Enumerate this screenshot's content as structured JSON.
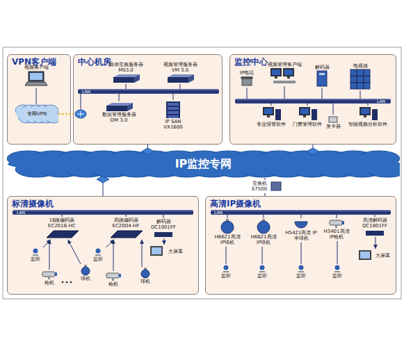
{
  "diagram": {
    "nodes": [
      {
        "text": [
          "VPN客户端"
        ]
      },
      {
        "text": [
          "视频客户端"
        ],
        "in": 0
      },
      {
        "text": [
          "专网VPN"
        ],
        "in": 0
      },
      {
        "text": [
          "中心机房"
        ]
      },
      {
        "text": [
          "媒体交换服务器 MS3.0"
        ],
        "in": 3
      },
      {
        "text": [
          "视频管理服务器 VM 3.0"
        ],
        "in": 3
      },
      {
        "text": [
          "数据管理服务器 DM 3.0"
        ],
        "in": 3
      },
      {
        "text": [
          "IP SAN VX1600"
        ],
        "in": 3
      },
      {
        "text": [
          "监控中心"
        ]
      },
      {
        "text": [
          "IP电话"
        ],
        "in": 8
      },
      {
        "text": [
          "视频管理客户端"
        ],
        "in": 8
      },
      {
        "text": [
          "解码器"
        ],
        "in": 8
      },
      {
        "text": [
          "电视墙"
        ],
        "in": 8
      },
      {
        "text": [
          "专业报警软件"
        ],
        "in": 8
      },
      {
        "text": [
          "门禁管理软件"
        ],
        "in": 8
      },
      {
        "text": [
          "发卡器"
        ],
        "in": 8
      },
      {
        "text": [
          "智能视频分析软件"
        ],
        "in": 8
      },
      {
        "text": [
          "IP监控专网"
        ]
      },
      {
        "text": [
          "标清摄像机"
        ]
      },
      {
        "text": [
          "16路编码器 EC2016-HC"
        ],
        "in": 18
      },
      {
        "text": [
          "四路编码器 EC2004-HF"
        ],
        "in": 18
      },
      {
        "text": [
          "解码器 DC1001FF"
        ],
        "in": 18
      },
      {
        "text": [
          "大屏幕"
        ],
        "in": 18
      },
      {
        "text": [
          "监听"
        ],
        "in": 18
      },
      {
        "text": [
          "枪机"
        ],
        "in": 18
      },
      {
        "text": [
          "球机"
        ],
        "in": 18
      },
      {
        "text": [
          "监听"
        ],
        "in": 18
      },
      {
        "text": [
          "枪机"
        ],
        "in": 18
      },
      {
        "text": [
          "球机"
        ],
        "in": 18
      },
      {
        "text": [
          "高清IP摄像机"
        ]
      },
      {
        "text": [
          "交换机 S7500"
        ]
      },
      {
        "text": [
          "H6621高清 IP球机"
        ],
        "in": 29
      },
      {
        "text": [
          "H6621高清 IP球机"
        ],
        "in": 29
      },
      {
        "text": [
          "H5421高清 IP半球机"
        ],
        "in": 29
      },
      {
        "text": [
          "H3401高清 IP枪机"
        ],
        "in": 29
      },
      {
        "text": [
          "高清解码器 DC1801FF"
        ],
        "in": 29
      },
      {
        "text": [
          "大屏幕"
        ],
        "in": 29
      },
      {
        "text": [
          "监听"
        ],
        "in": 29
      },
      {
        "text": [
          "监听"
        ],
        "in": 29
      },
      {
        "text": [
          "监听"
        ],
        "in": 29
      },
      {
        "text": [
          "监听"
        ],
        "in": 29
      }
    ],
    "edges": [
      {
        "from": 1,
        "to": 2,
        "arrow": "none"
      },
      {
        "from": 2,
        "to": 3,
        "arrow": "none"
      },
      {
        "from": 3,
        "to": 17,
        "arrow": "none"
      },
      {
        "from": 8,
        "to": 17,
        "arrow": "none"
      },
      {
        "from": 18,
        "to": 17,
        "arrow": "none"
      },
      {
        "from": 17,
        "to": 30,
        "arrow": "none"
      },
      {
        "from": 30,
        "to": 29,
        "arrow": "none"
      },
      {
        "from": 23,
        "to": 19,
        "arrow": "to"
      },
      {
        "from": 24,
        "to": 19,
        "arrow": "to"
      },
      {
        "from": 25,
        "to": 19,
        "arrow": "to"
      },
      {
        "from": 26,
        "to": 20,
        "arrow": "to"
      },
      {
        "from": 27,
        "to": 20,
        "arrow": "to"
      },
      {
        "from": 28,
        "to": 20,
        "arrow": "to"
      },
      {
        "from": 21,
        "to": 22,
        "arrow": "to"
      },
      {
        "from": 37,
        "to": 31,
        "arrow": "none"
      },
      {
        "from": 38,
        "to": 32,
        "arrow": "none"
      },
      {
        "from": 39,
        "to": 33,
        "arrow": "none"
      },
      {
        "from": 40,
        "to": 34,
        "arrow": "none"
      },
      {
        "from": 35,
        "to": 36,
        "arrow": "to"
      }
    ],
    "labels": [
      "LAN",
      "LAN",
      "LAN",
      "LAN"
    ]
  }
}
